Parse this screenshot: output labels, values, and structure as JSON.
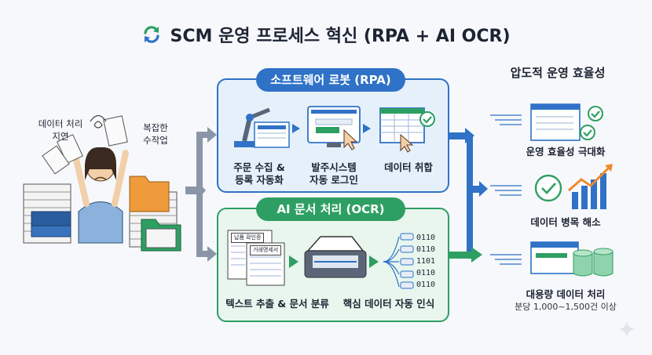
{
  "title": "SCM 운영 프로세스 혁신 (RPA + AI OCR)",
  "left": {
    "delay_label": "데이터 처리\n지연",
    "complex_label": "복잡한\n수작업"
  },
  "rpa": {
    "header": "소프트웨어 로봇 (RPA)",
    "steps": [
      {
        "label": "주문 수집 &\n등록 자동화"
      },
      {
        "label": "발주시스템\n자동 로그인"
      },
      {
        "label": "데이터 취합"
      }
    ]
  },
  "ocr": {
    "header": "AI 문서 처리 (OCR)",
    "doc1": "납품 확인증",
    "doc2": "거래명세서",
    "steps": [
      {
        "label": "텍스트 추출 & 문서 분류"
      },
      {
        "label": "핵심 데이터 자동 인식"
      }
    ],
    "bits": [
      "0110",
      "0110",
      "1101",
      "0110",
      "0110"
    ]
  },
  "outcomes": {
    "title": "압도적 운영 효율성",
    "items": [
      {
        "label": "운영 효율성 극대화"
      },
      {
        "label": "데이터 병목 해소"
      },
      {
        "label": "대용량 데이터 처리",
        "sub": "분당 1,000~1,500건 이상"
      }
    ]
  },
  "colors": {
    "blue": "#2f72c7",
    "green": "#2e9f63",
    "gray": "#8a96a8",
    "orange": "#ef8a2b"
  }
}
